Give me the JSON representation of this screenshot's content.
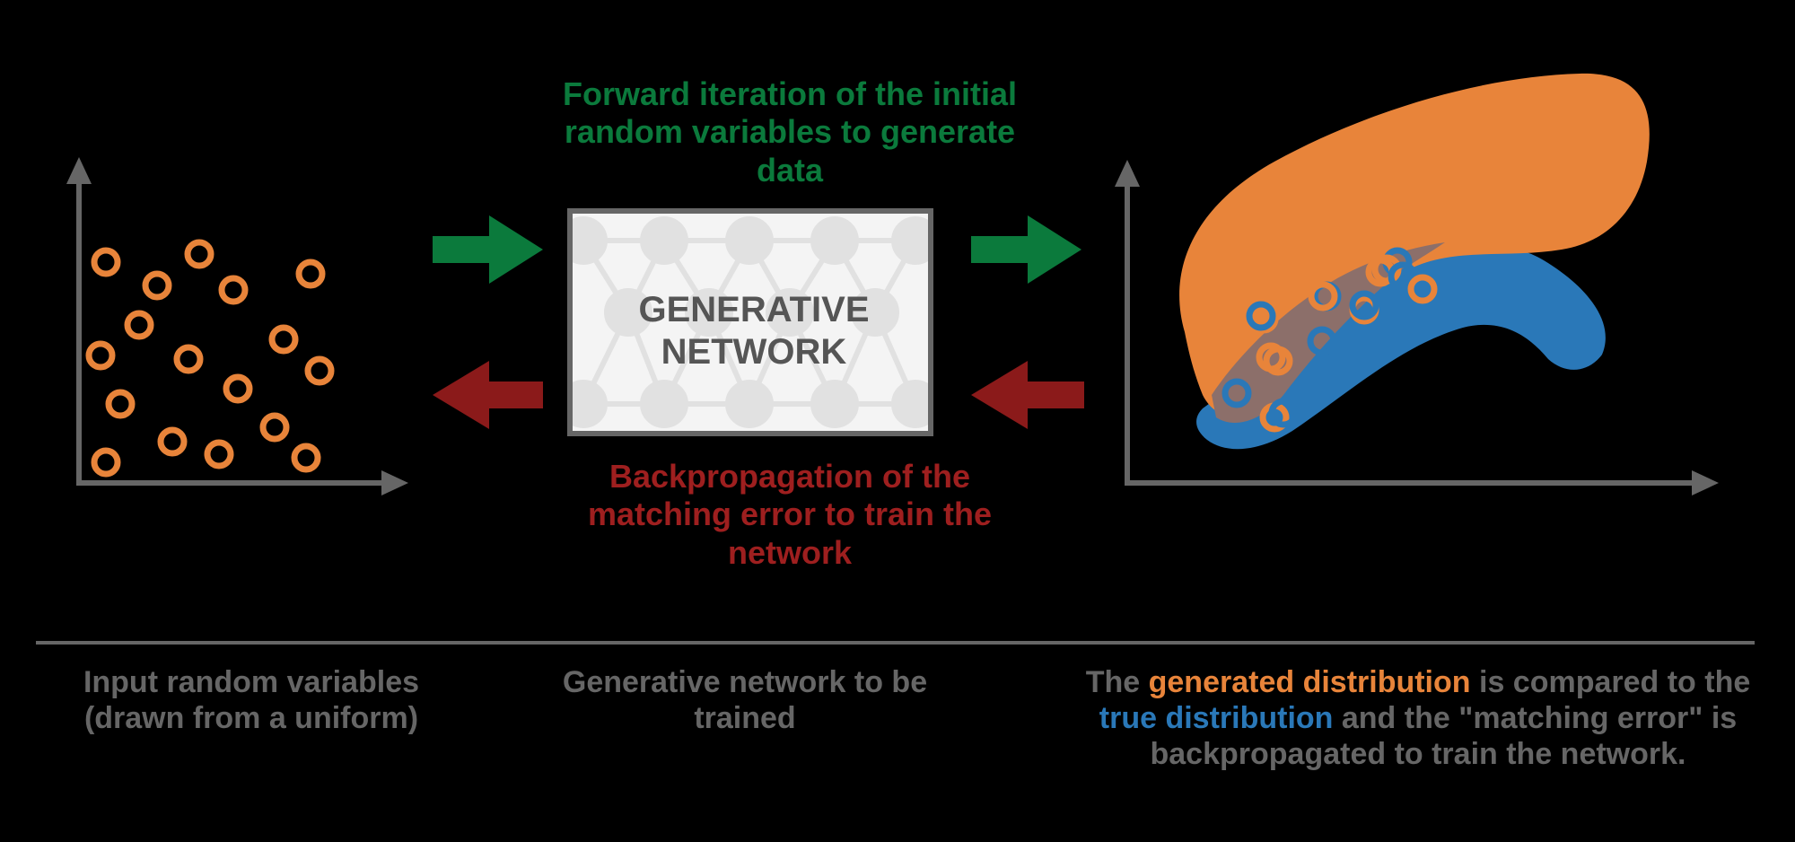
{
  "forward_label": "Forward iteration of the initial random variables to generate data",
  "backprop_label": "Backpropagation of the matching error to train the network",
  "network_title_line1": "GENERATIVE",
  "network_title_line2": "NETWORK",
  "captions": {
    "input": "Input random variables (drawn from a uniform)",
    "network": "Generative network to be trained",
    "output_pre": "The ",
    "output_generated": "generated distribution",
    "output_mid": " is compared to the ",
    "output_true": "true distribution",
    "output_post": " and the \"matching error\" is backpropagated to train the network."
  },
  "colors": {
    "orange": "#e8843a",
    "blue": "#2a78b8",
    "green_arrow": "#0b7a3c",
    "red_arrow": "#8b1a1a",
    "axis": "#666666"
  }
}
